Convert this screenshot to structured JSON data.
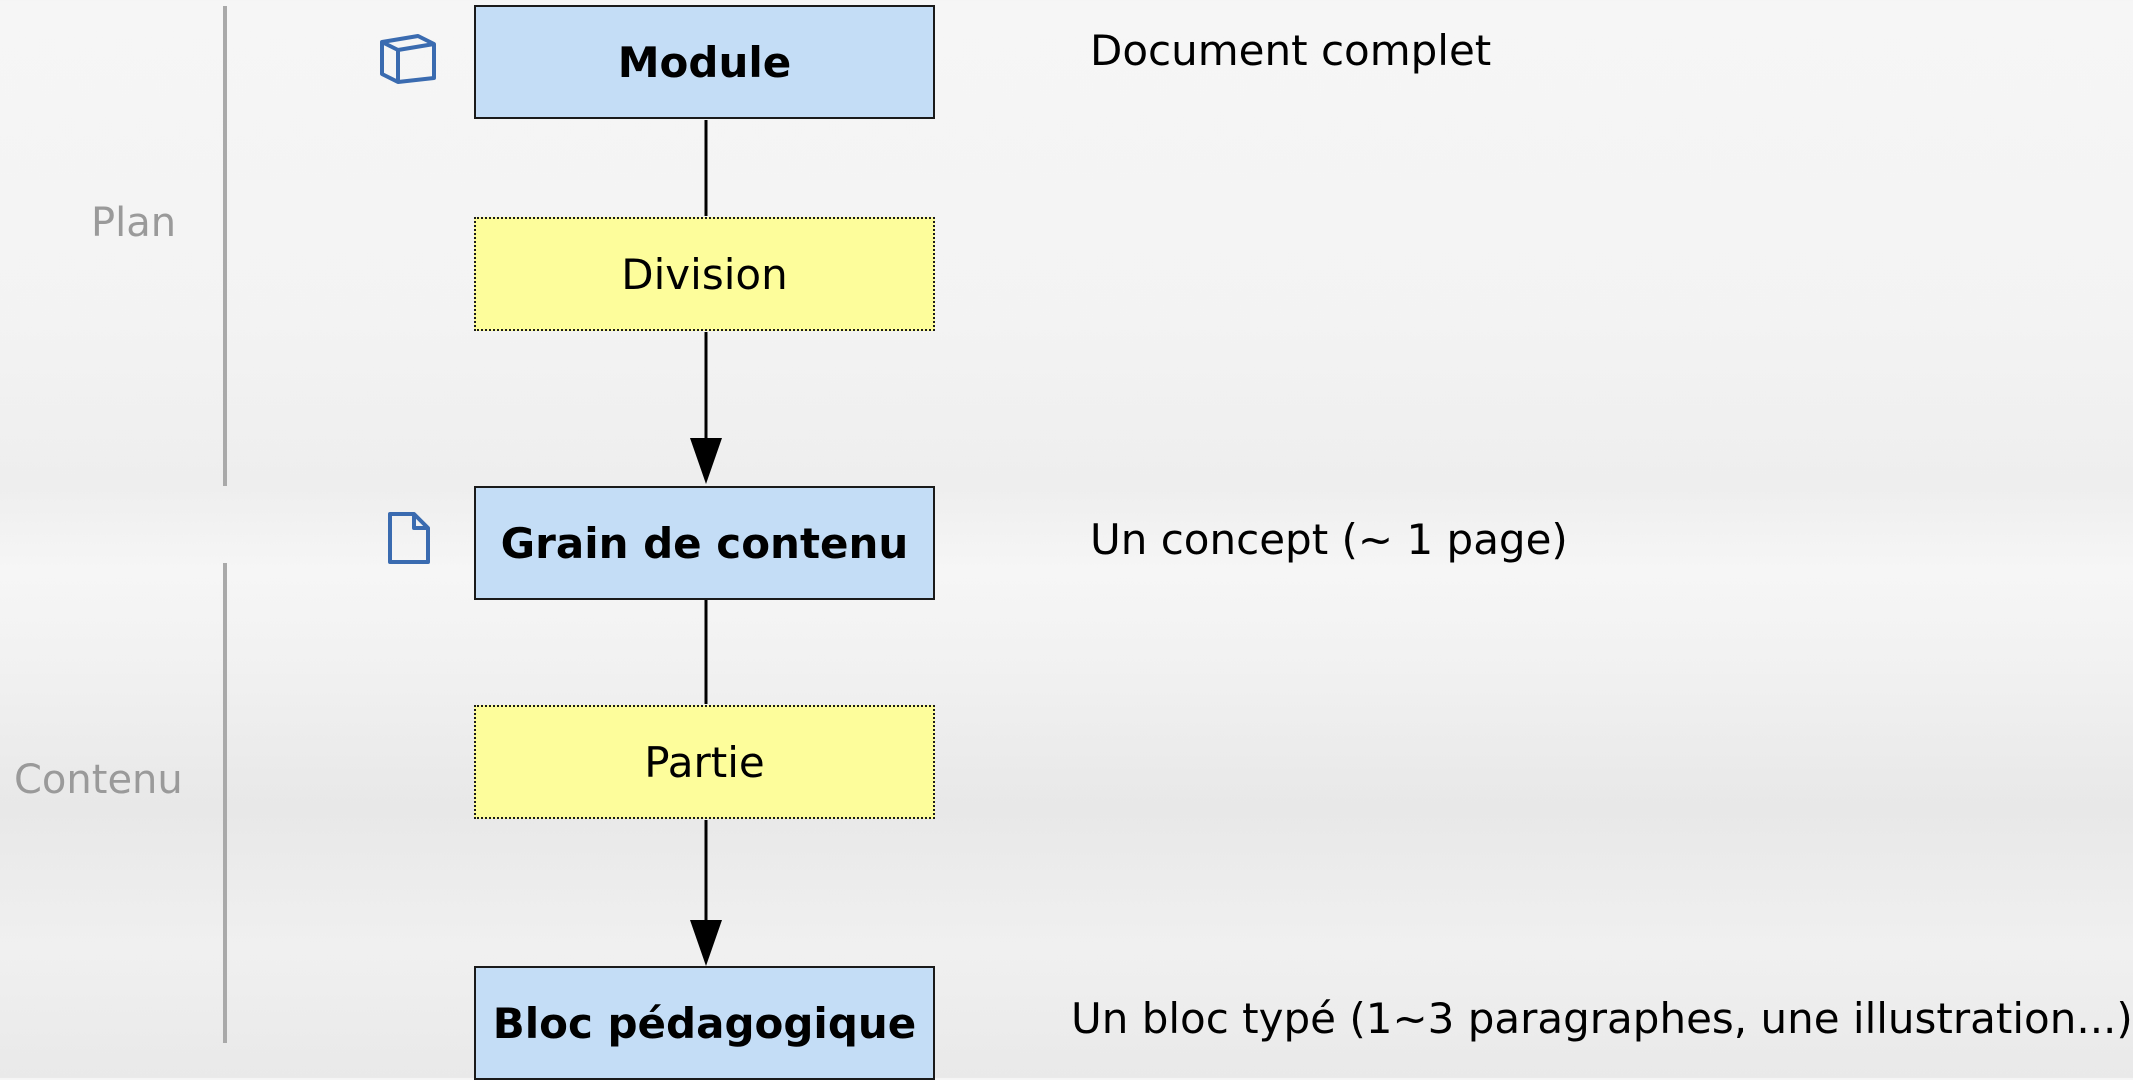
{
  "sections": {
    "plan": "Plan",
    "contenu": "Contenu"
  },
  "boxes": {
    "module": "Module",
    "division": "Division",
    "grain": "Grain de contenu",
    "partie": "Partie",
    "bloc": "Bloc pédagogique"
  },
  "descriptions": {
    "module": "Document complet",
    "grain": "Un concept (~ 1 page)",
    "bloc": "Un bloc typé (1~3 paragraphes, une illustration...)"
  },
  "icons": {
    "module": "cube-icon",
    "grain": "page-icon"
  },
  "colors": {
    "main_box": "#c4ddf6",
    "sub_box": "#fdfd9b",
    "icon": "#3a6bb0",
    "side_label": "#9a9a9a"
  }
}
